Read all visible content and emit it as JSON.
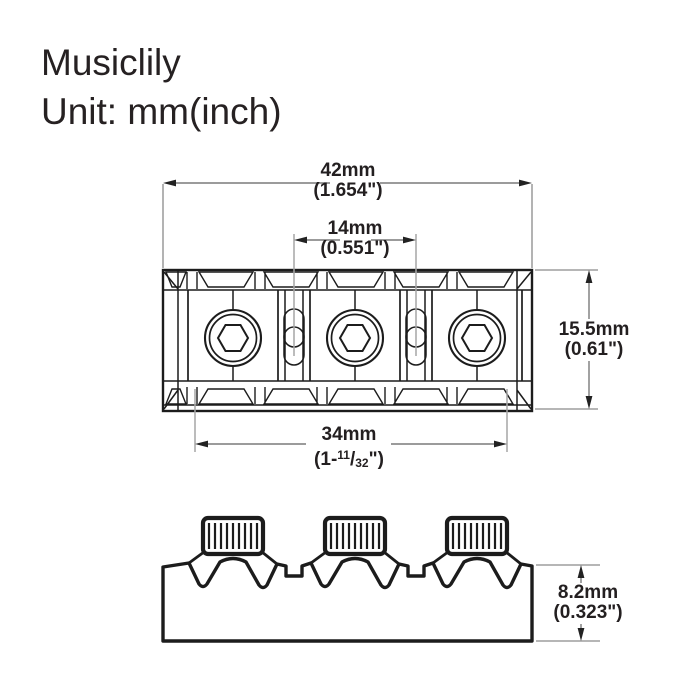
{
  "title": {
    "brand": "Musiclily",
    "unit_line": "Unit: mm(inch)"
  },
  "diagram": {
    "type": "technical-drawing",
    "subject": "3-string guitar locking nut, top view and side view",
    "dimensions": {
      "overall_width": {
        "mm": "42mm",
        "inch": "(1.654\")"
      },
      "string_spread": {
        "mm": "14mm",
        "inch": "(0.551\")"
      },
      "depth": {
        "mm": "15.5mm",
        "inch": "(0.61\")"
      },
      "mounting_spacing": {
        "mm": "34mm",
        "inch_prefix": "(1-",
        "inch_numerator": "11",
        "inch_slash": "/",
        "inch_denominator": "32",
        "inch_suffix": "\")"
      },
      "base_height": {
        "mm": "8.2mm",
        "inch": "(0.323\")"
      }
    },
    "colors": {
      "background": "#ffffff",
      "ink": "#1c1c1c",
      "dimension_line": "#7a7a7a",
      "extension_line": "#a6a6a6",
      "text": "#231f20"
    }
  }
}
